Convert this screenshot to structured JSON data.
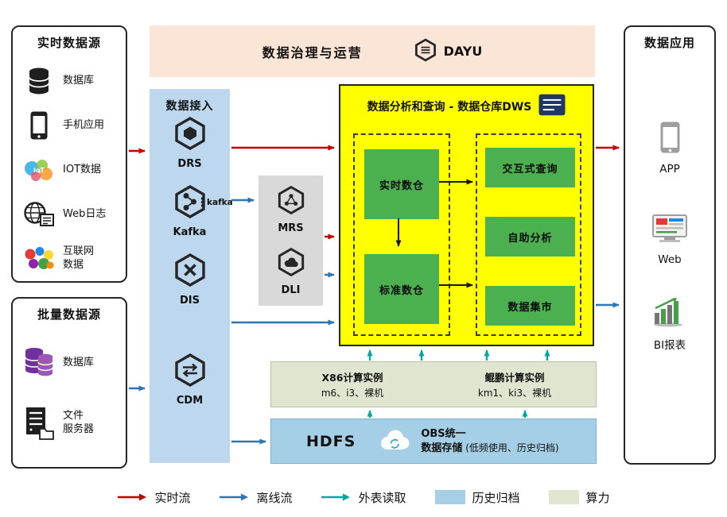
{
  "sources_realtime": {
    "title": "实时数据源",
    "items": [
      {
        "label": "数据库"
      },
      {
        "label": "手机应用"
      },
      {
        "label": "IOT数据"
      },
      {
        "label": "Web日志"
      },
      {
        "label": "互联网\n数据"
      }
    ]
  },
  "sources_batch": {
    "title": "批量数据源",
    "items": [
      {
        "label": "数据库"
      },
      {
        "label": "文件\n服务器"
      }
    ]
  },
  "governance": {
    "title": "数据治理与运营",
    "brand": "DAYU"
  },
  "ingestion": {
    "title": "数据接入",
    "services": [
      {
        "label": "DRS"
      },
      {
        "label": "Kafka",
        "mark": "kafka"
      },
      {
        "label": "DIS"
      },
      {
        "label": "CDM"
      }
    ]
  },
  "processing": {
    "services": [
      {
        "label": "MRS"
      },
      {
        "label": "DLI"
      }
    ]
  },
  "dws": {
    "title": "数据分析和查询 - 数据仓库DWS",
    "warehouses": [
      {
        "label": "实时数仓"
      },
      {
        "label": "标准数仓"
      }
    ],
    "analytics": [
      {
        "label": "交互式查询"
      },
      {
        "label": "自助分析"
      },
      {
        "label": "数据集市"
      }
    ]
  },
  "compute_instances": {
    "x86_title": "X86计算实例",
    "x86_detail": "m6、i3、裸机",
    "kunpeng_title": "鲲鹏计算实例",
    "kunpeng_detail": "km1、ki3、裸机"
  },
  "storage": {
    "hdfs_label": "HDFS",
    "obs_line1": "OBS统一",
    "obs_line2": "数据存储",
    "obs_note": "(低频使用、历史归档)"
  },
  "applications": {
    "title": "数据应用",
    "items": [
      {
        "label": "APP"
      },
      {
        "label": "Web"
      },
      {
        "label": "BI报表"
      }
    ]
  },
  "legend": {
    "realtime": "实时流",
    "offline": "离线流",
    "external": "外表读取",
    "archive": "历史归档",
    "compute": "算力"
  },
  "colors": {
    "realtime_flow": "#c00000",
    "offline_flow": "#2e75b6",
    "external_read": "#00a79d",
    "dws_fill": "#ffff00",
    "green_box": "#4caf50",
    "ingestion_fill": "#bdd7ee",
    "governance_fill": "#fbe5d6",
    "processing_fill": "#d9d9d9",
    "archive_fill": "#a5cfe6",
    "compute_fill": "#e0e5d0"
  }
}
